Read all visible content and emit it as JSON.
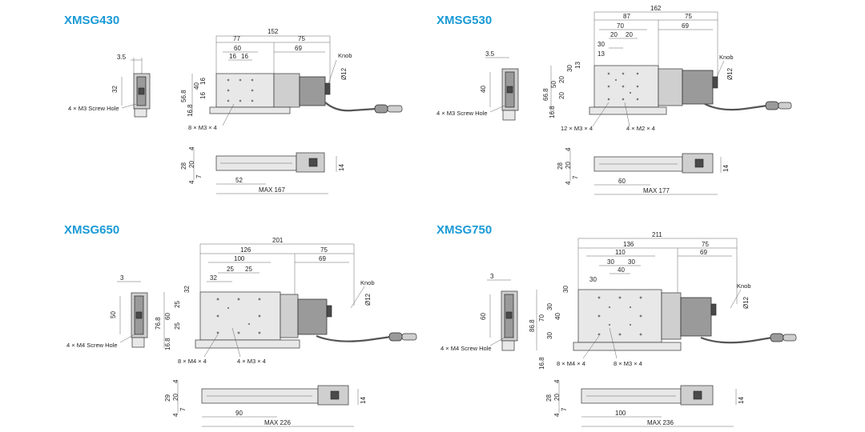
{
  "figures": [
    {
      "title": "XMSG430",
      "side": {
        "offset": "3.5",
        "height": "32",
        "hole_note": "4 × M3 Screw Hole"
      },
      "top": {
        "overall": "152",
        "d1": "77",
        "d2": "75",
        "d3": "60",
        "d4": "69",
        "d5": "16",
        "d6": "16",
        "knob": "Knob",
        "dia": "Ø12",
        "h1": "56.8",
        "h2": "40",
        "h3": "16",
        "h4": "16",
        "h5": "16.8",
        "note": "8 × M3 × 4"
      },
      "bottom": {
        "a": "4",
        "b": "28",
        "c": "20",
        "d": "4",
        "e": "7",
        "right": "14",
        "travel": "52",
        "max": "MAX 167"
      }
    },
    {
      "title": "XMSG530",
      "side": {
        "offset": "3.5",
        "height": "40",
        "hole_note": "4 × M3 Screw Hole"
      },
      "top": {
        "overall": "162",
        "d1": "87",
        "d2": "75",
        "d3": "70",
        "d4": "69",
        "d5": "20",
        "d6": "20",
        "d7": "30",
        "d8": "13",
        "knob": "Knob",
        "dia": "Ø12",
        "h1": "66.8",
        "h2": "30",
        "h3": "13",
        "h4": "50",
        "h5": "20",
        "h6": "20",
        "h7": "16.8",
        "note1": "12 × M3 × 4",
        "note2": "4 × M2 × 4"
      },
      "bottom": {
        "a": "4",
        "b": "28",
        "c": "20",
        "d": "4",
        "e": "7",
        "right": "14",
        "travel": "60",
        "max": "MAX 177"
      }
    },
    {
      "title": "XMSG650",
      "side": {
        "offset": "3",
        "height": "50",
        "hole_note": "4 × M4 Screw Hole"
      },
      "top": {
        "overall": "201",
        "d1": "126",
        "d2": "75",
        "d3": "100",
        "d4": "69",
        "d5": "25",
        "d6": "25",
        "d7": "32",
        "knob": "Knob",
        "dia": "Ø12",
        "h1": "76.8",
        "h2": "32",
        "h3": "25",
        "h4": "60",
        "h5": "25",
        "h6": "16.8",
        "note1": "8 × M4 × 4",
        "note2": "4 × M3 × 4"
      },
      "bottom": {
        "a": "4",
        "b": "29",
        "c": "20",
        "d": "4",
        "e": "7",
        "right": "14",
        "travel": "90",
        "max": "MAX 226"
      }
    },
    {
      "title": "XMSG750",
      "side": {
        "offset": "3",
        "height": "60",
        "hole_note": "4 × M4 Screw Hole"
      },
      "top": {
        "overall": "211",
        "d1": "136",
        "d2": "75",
        "d3": "110",
        "d4": "69",
        "d5": "30",
        "d6": "30",
        "d7": "40",
        "d8": "30",
        "knob": "Knob",
        "dia": "Ø12",
        "h1": "86.8",
        "h2": "30",
        "h3": "30",
        "h4": "70",
        "h5": "40",
        "h6": "30",
        "h7": "16.8",
        "note1": "8 × M4 × 4",
        "note2": "8 × M3 × 4"
      },
      "bottom": {
        "a": "4",
        "b": "28",
        "c": "20",
        "d": "4",
        "e": "7",
        "right": "14",
        "travel": "100",
        "max": "MAX 236"
      }
    }
  ]
}
